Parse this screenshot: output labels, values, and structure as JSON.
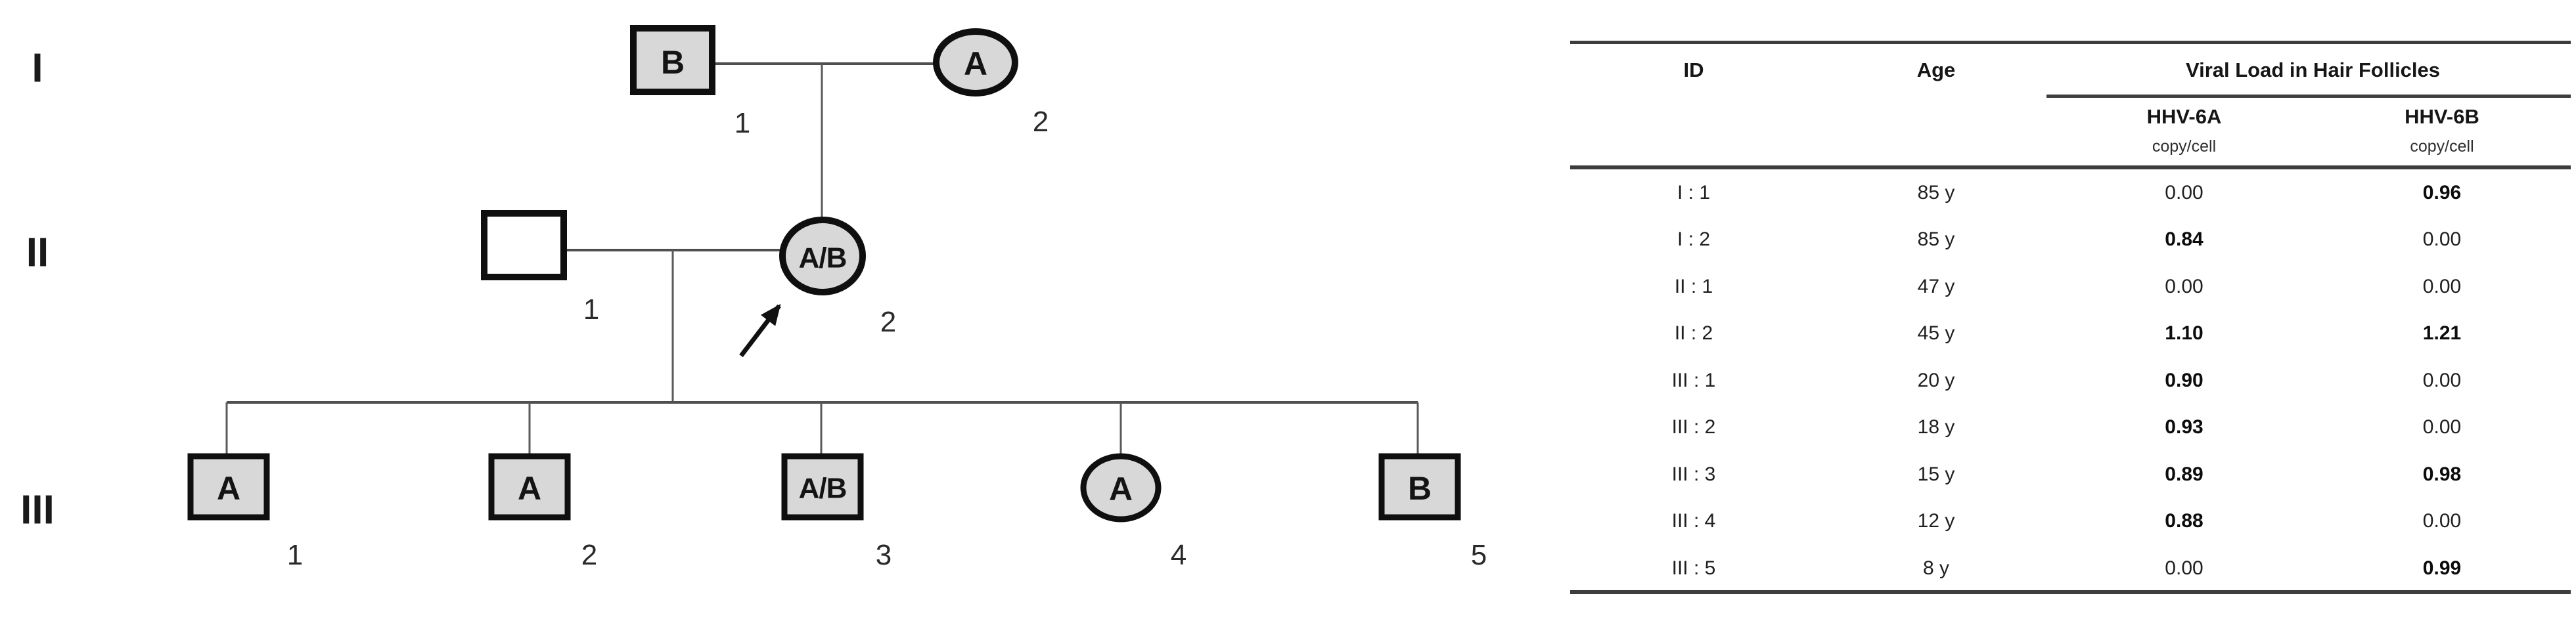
{
  "figure": {
    "description_left": "three-generation family pedigree",
    "description_right": "viral load data table"
  },
  "pedigree": {
    "generations": [
      {
        "label": "I"
      },
      {
        "label": "II"
      },
      {
        "label": "III"
      }
    ],
    "members": [
      {
        "id": "I:1",
        "sex": "male",
        "genotype": "B",
        "number": "1",
        "filled": true
      },
      {
        "id": "I:2",
        "sex": "female",
        "genotype": "A",
        "number": "2",
        "filled": true
      },
      {
        "id": "II:1",
        "sex": "male",
        "genotype": "",
        "number": "1",
        "filled": false
      },
      {
        "id": "II:2",
        "sex": "female",
        "genotype": "A/B",
        "number": "2",
        "filled": true,
        "proband": true
      },
      {
        "id": "III:1",
        "sex": "male",
        "genotype": "A",
        "number": "1",
        "filled": true
      },
      {
        "id": "III:2",
        "sex": "male",
        "genotype": "A",
        "number": "2",
        "filled": true
      },
      {
        "id": "III:3",
        "sex": "male",
        "genotype": "A/B",
        "number": "3",
        "filled": true
      },
      {
        "id": "III:4",
        "sex": "female",
        "genotype": "A",
        "number": "4",
        "filled": true
      },
      {
        "id": "III:5",
        "sex": "male",
        "genotype": "B",
        "number": "5",
        "filled": true
      }
    ]
  },
  "table": {
    "headers": {
      "id": "ID",
      "age": "Age",
      "viral": "Viral Load in Hair Follicles",
      "hhv6a": "HHV-6A",
      "hhv6b": "HHV-6B",
      "unit_a": "copy/cell",
      "unit_b": "copy/cell"
    },
    "rows": [
      {
        "id": "I : 1",
        "age": "85 y",
        "hhv6a": "0.00",
        "hhv6b": "0.96",
        "a_bold": false,
        "b_bold": true
      },
      {
        "id": "I : 2",
        "age": "85 y",
        "hhv6a": "0.84",
        "hhv6b": "0.00",
        "a_bold": true,
        "b_bold": false
      },
      {
        "id": "II : 1",
        "age": "47 y",
        "hhv6a": "0.00",
        "hhv6b": "0.00",
        "a_bold": false,
        "b_bold": false
      },
      {
        "id": "II : 2",
        "age": "45 y",
        "hhv6a": "1.10",
        "hhv6b": "1.21",
        "a_bold": true,
        "b_bold": true
      },
      {
        "id": "III : 1",
        "age": "20 y",
        "hhv6a": "0.90",
        "hhv6b": "0.00",
        "a_bold": true,
        "b_bold": false
      },
      {
        "id": "III : 2",
        "age": "18 y",
        "hhv6a": "0.93",
        "hhv6b": "0.00",
        "a_bold": true,
        "b_bold": false
      },
      {
        "id": "III : 3",
        "age": "15 y",
        "hhv6a": "0.89",
        "hhv6b": "0.98",
        "a_bold": true,
        "b_bold": true
      },
      {
        "id": "III : 4",
        "age": "12 y",
        "hhv6a": "0.88",
        "hhv6b": "0.00",
        "a_bold": true,
        "b_bold": false
      },
      {
        "id": "III : 5",
        "age": "8 y",
        "hhv6a": "0.00",
        "hhv6b": "0.99",
        "a_bold": false,
        "b_bold": true
      }
    ]
  },
  "colors": {
    "symbol_fill": "#d8d8d8",
    "symbol_stroke": "#0f0f0f",
    "line": "#4f4f4f",
    "rule": "#3d3d3d",
    "background": "#ffffff"
  }
}
